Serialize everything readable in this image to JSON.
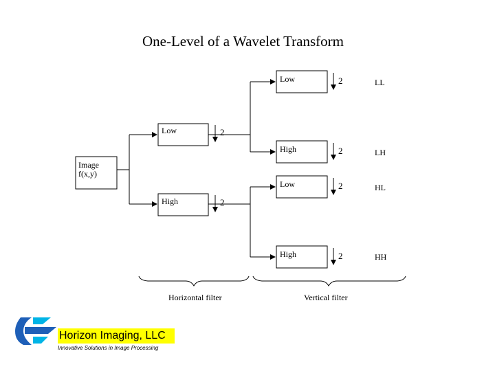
{
  "title": "One-Level of a Wavelet Transform",
  "diagram": {
    "input": {
      "line1": "Image",
      "line2": "f(x,y)"
    },
    "stage1": {
      "low": {
        "filter": "Low",
        "factor": "2"
      },
      "high": {
        "filter": "High",
        "factor": "2"
      }
    },
    "stage2": [
      {
        "filter": "Low",
        "factor": "2",
        "output": "LL"
      },
      {
        "filter": "High",
        "factor": "2",
        "output": "LH"
      },
      {
        "filter": "Low",
        "factor": "2",
        "output": "HL"
      },
      {
        "filter": "High",
        "factor": "2",
        "output": "HH"
      }
    ],
    "brace_labels": {
      "horizontal": "Horizontal filter",
      "vertical": "Vertical filter"
    }
  },
  "logo": {
    "name": "Horizon Imaging, LLC",
    "tagline": "Innovative Solutions in Image Processing",
    "colors": {
      "blue": "#1e5fb8",
      "cyan": "#00b4e6",
      "yellow": "#ffff00"
    }
  }
}
